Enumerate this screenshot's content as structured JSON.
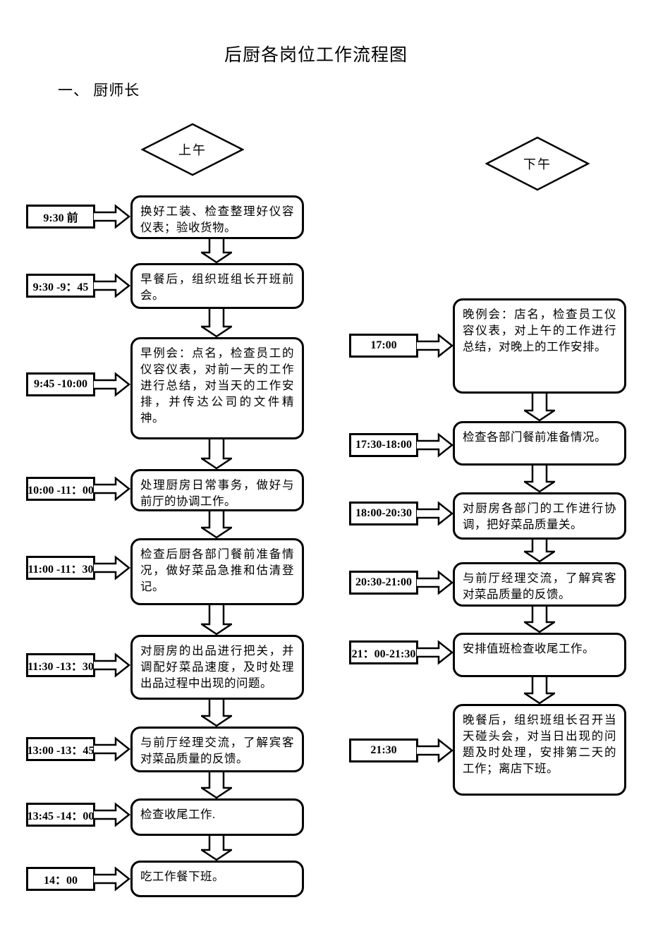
{
  "page": {
    "title": "后厨各岗位工作流程图",
    "section_heading": "一、 厨师长"
  },
  "colors": {
    "line": "#000000",
    "background": "#ffffff"
  },
  "columns": [
    {
      "id": "morning",
      "diamond": "上午",
      "steps": [
        {
          "time": "9:30 前",
          "text": "换好工装、检查整理好仪容仪表；验收货物。"
        },
        {
          "time": "9:30 -9：45",
          "text": "早餐后，组织班组长开班前会。"
        },
        {
          "time": "9:45 -10:00",
          "text": "早例会：点名，检查员工的仪容仪表，对前一天的工作进行总结，对当天的工作安排，并传达公司的文件精神。"
        },
        {
          "time": "10:00 -11：00",
          "text": "处理厨房日常事务，做好与前厅的协调工作。"
        },
        {
          "time": "11:00 -11：30",
          "text": "检查后厨各部门餐前准备情况，做好菜品急推和估清登记。"
        },
        {
          "time": "11:30 -13：30",
          "text": "对厨房的出品进行把关，并调配好菜品速度，及时处理出品过程中出现的问题。"
        },
        {
          "time": "13:00 -13：45",
          "text": "与前厅经理交流，了解宾客对菜品质量的反馈。"
        },
        {
          "time": "13:45 -14：00",
          "text": "检查收尾工作."
        },
        {
          "time": "14：00",
          "text": "吃工作餐下班。"
        }
      ]
    },
    {
      "id": "afternoon",
      "diamond": "下午",
      "steps": [
        {
          "time": "17:00",
          "text": "晚例会：店名，检查员工仪容仪表，对上午的工作进行总结，对晚上的工作安排。"
        },
        {
          "time": "17:30-18:00",
          "text": "检查各部门餐前准备情况。"
        },
        {
          "time": "18:00-20:30",
          "text": "对厨房各部门的工作进行协调，把好菜品质量关。"
        },
        {
          "time": "20:30-21:00",
          "text": "与前厅经理交流，了解宾客对菜品质量的反馈。"
        },
        {
          "time": "21：00-21:30",
          "text": "安排值班检查收尾工作。"
        },
        {
          "time": "21:30",
          "text": "晚餐后，组织班组长召开当天碰头会，对当日出现的问题及时处理，安排第二天的工作；离店下班。"
        }
      ]
    }
  ]
}
